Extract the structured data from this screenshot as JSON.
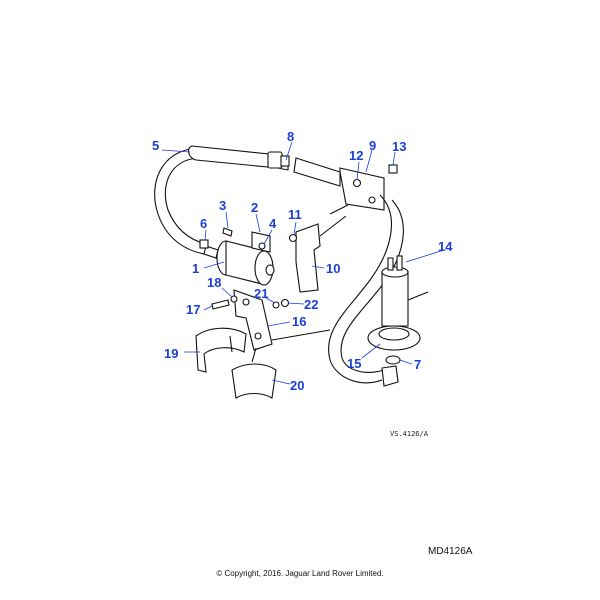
{
  "diagram": {
    "callouts": [
      "1",
      "2",
      "3",
      "4",
      "5",
      "6",
      "7",
      "8",
      "9",
      "10",
      "11",
      "12",
      "13",
      "14",
      "15",
      "16",
      "17",
      "18",
      "19",
      "20",
      "21",
      "22"
    ],
    "drawing_ref": "VS.4126/A"
  },
  "footer": {
    "part_code": "MD4126A",
    "copyright": "© Copyright, 2016. Jaguar Land Rover Limited."
  },
  "colors": {
    "callout": "#1a3fd6",
    "line": "#111111"
  }
}
